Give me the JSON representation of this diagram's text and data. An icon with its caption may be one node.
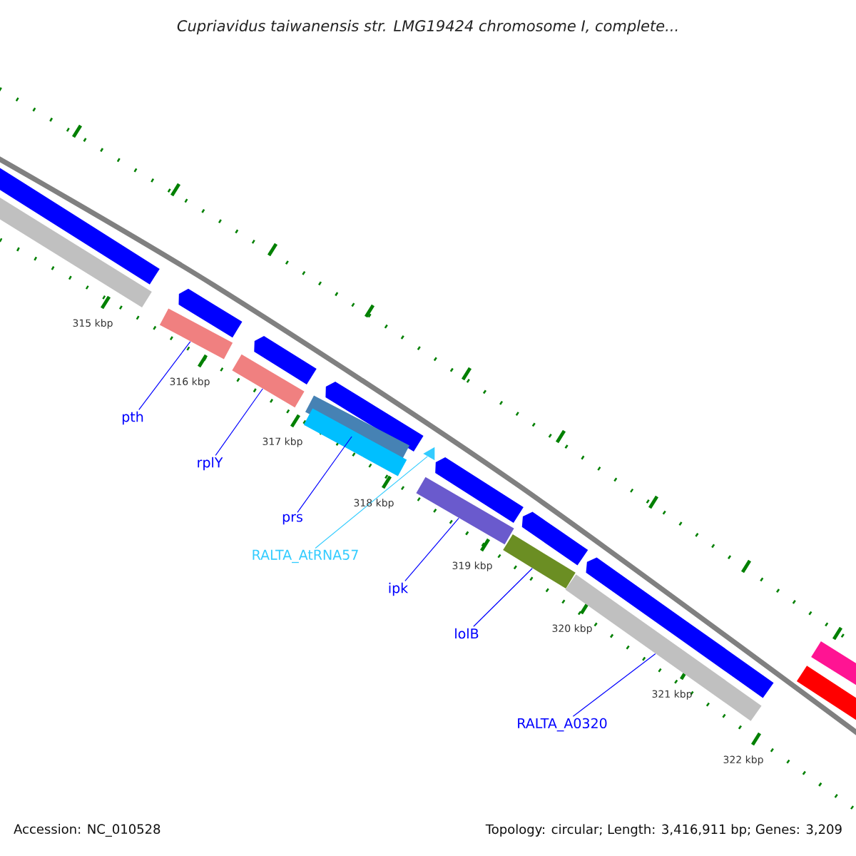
{
  "diagram": {
    "title": "Cupriavidus taiwanensis str. LMG19424 chromosome I, complete...",
    "nodes": [
      {
        "text": [],
        "shape": "arrow"
      },
      {
        "text": [],
        "shape": "bar"
      },
      {
        "text": [],
        "shape": "arrow"
      },
      {
        "text": [],
        "shape": "bar"
      },
      {
        "text": [],
        "shape": "arrow"
      },
      {
        "text": [],
        "shape": "bar"
      },
      {
        "text": [],
        "shape": "arrow"
      },
      {
        "text": [],
        "shape": "bar"
      },
      {
        "text": [],
        "shape": "bar"
      },
      {
        "text": [],
        "shape": "triangle"
      },
      {
        "text": [],
        "shape": "arrow"
      },
      {
        "text": [],
        "shape": "bar"
      },
      {
        "text": [],
        "shape": "arrow"
      },
      {
        "text": [],
        "shape": "bar"
      },
      {
        "text": [],
        "shape": "arrow"
      },
      {
        "text": [],
        "shape": "bar"
      },
      {
        "text": [
          "pth"
        ]
      },
      {
        "text": [
          "rplY"
        ]
      },
      {
        "text": [
          "prs"
        ]
      },
      {
        "text": [
          "RALTA_AtRNA57"
        ]
      },
      {
        "text": [
          "ipk"
        ]
      },
      {
        "text": [
          "lolB"
        ]
      },
      {
        "text": [
          "RALTA_A0320"
        ]
      }
    ],
    "edges": [
      {
        "from": 16,
        "to": 3,
        "arrow": "none"
      },
      {
        "from": 17,
        "to": 5,
        "arrow": "none"
      },
      {
        "from": 18,
        "to": 7,
        "arrow": "none"
      },
      {
        "from": 19,
        "to": 9,
        "arrow": "none",
        "color": "#33ccff"
      },
      {
        "from": 20,
        "to": 11,
        "arrow": "none"
      },
      {
        "from": 21,
        "to": 13,
        "arrow": "none"
      },
      {
        "from": 22,
        "to": 15,
        "arrow": "none"
      }
    ],
    "labels": [
      "315 kbp",
      "316 kbp",
      "317 kbp",
      "318 kbp",
      "319 kbp",
      "320 kbp",
      "321 kbp",
      "322 kbp",
      "Accession: NC_010528",
      "Topology: circular; Length: 3,416,911 bp; Genes: 3,209"
    ]
  }
}
